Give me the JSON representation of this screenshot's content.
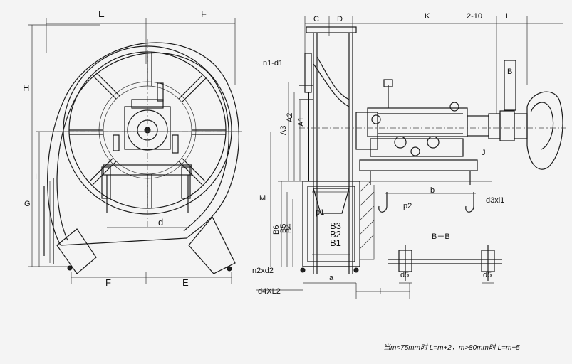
{
  "labels": {
    "E": "E",
    "F_top": "F",
    "H": "H",
    "I": "I",
    "G": "G",
    "d": "d",
    "f_bottom": "F",
    "e_bottom": "E",
    "C": "C",
    "D": "D",
    "K": "K",
    "two_ten": "2-10",
    "L_top": "L",
    "B_side": "B",
    "n1d1": "n1-d1",
    "A3": "A3",
    "A2": "A2",
    "A1": "A1",
    "M": "M",
    "J": "J",
    "b": "b",
    "d3xl1": "d3xl1",
    "p1": "p1",
    "p2": "p2",
    "B6": "B6",
    "B5": "B5",
    "B4": "B4",
    "B3": "B3",
    "B2": "B2",
    "B1": "B1",
    "section": "B－B",
    "n2xd2": "n2xd2",
    "a": "a",
    "d4xl2": "d4XL2",
    "L_bottom": "L",
    "d5_left": "d5",
    "d5_right": "d5"
  },
  "note": "当m<75mm时 L=m+2，m>80mm时 L=m+5"
}
